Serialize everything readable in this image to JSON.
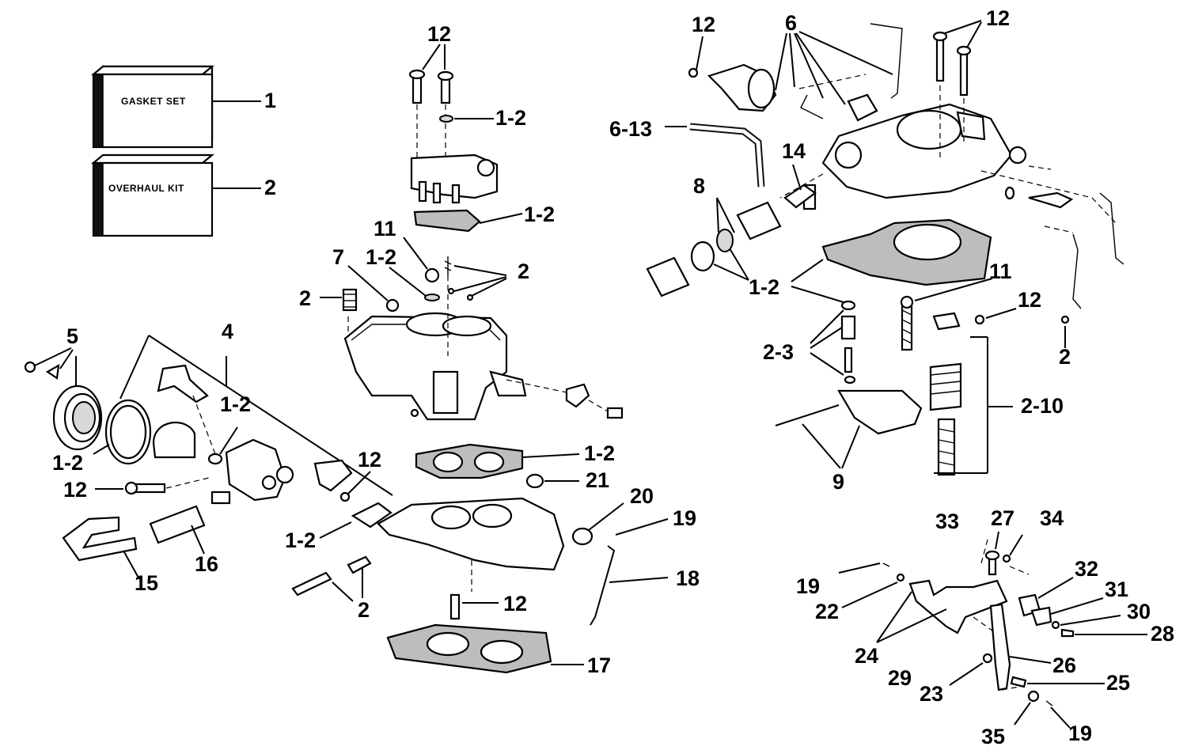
{
  "diagram": {
    "boxes": {
      "gasket_set": "GASKET SET",
      "overhaul_kit": "OVERHAUL KIT"
    },
    "callouts": {
      "c1": "1",
      "c2_kit": "2",
      "c12_a": "12",
      "c12_b": "12",
      "c12_c": "12",
      "c12_d": "12",
      "c12_e": "12",
      "c12_f": "12",
      "c12_g": "12",
      "c1_2_a": "1-2",
      "c1_2_b": "1-2",
      "c1_2_c": "1-2",
      "c1_2_d": "1-2",
      "c1_2_e": "1-2",
      "c1_2_f": "1-2",
      "c1_2_g": "1-2",
      "c1_2_h": "1-2",
      "c11_a": "11",
      "c11_b": "11",
      "c7": "7",
      "c2_a": "2",
      "c2_b": "2",
      "c2_c": "2",
      "c2_d": "2",
      "c4": "4",
      "c5": "5",
      "c6": "6",
      "c6_13": "6-13",
      "c14": "14",
      "c8": "8",
      "c2_3": "2-3",
      "c2_10": "2-10",
      "c9": "9",
      "c21": "21",
      "c20": "20",
      "c19_a": "19",
      "c18": "18",
      "c15": "15",
      "c16": "16",
      "c17": "17",
      "c33": "33",
      "c27": "27",
      "c34": "34",
      "c32": "32",
      "c31": "31",
      "c30": "30",
      "c28": "28",
      "c19_b": "19",
      "c22": "22",
      "c24": "24",
      "c29": "29",
      "c26": "26",
      "c25": "25",
      "c23": "23",
      "c35": "35",
      "c19_c": "19"
    }
  }
}
